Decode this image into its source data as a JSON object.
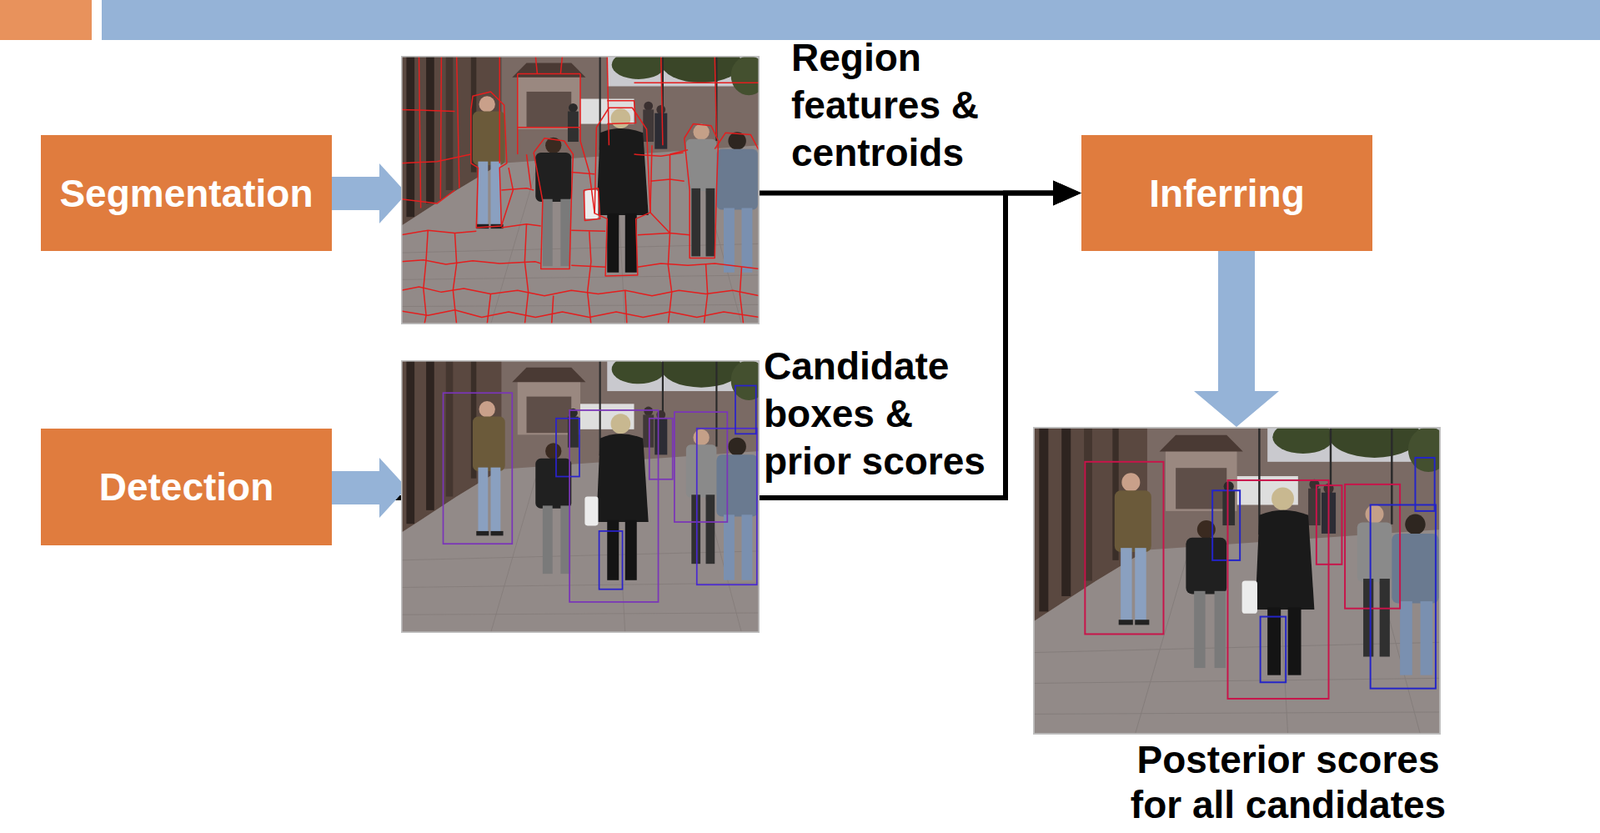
{
  "diagram": {
    "nodes": [
      {
        "text": [
          "Segmentation"
        ]
      },
      {
        "text": [
          "Detection"
        ]
      },
      {
        "text": [
          "Inferring"
        ]
      },
      {
        "text": [
          "Posterior scores for all candidates"
        ]
      }
    ],
    "edges": [
      {
        "from": 0,
        "to": 2,
        "arrow": "to",
        "label": "Region features & centroids"
      },
      {
        "from": 1,
        "to": 2,
        "arrow": "to",
        "label": "Candidate boxes & prior scores"
      },
      {
        "from": 2,
        "to": 3,
        "arrow": "to"
      }
    ]
  }
}
